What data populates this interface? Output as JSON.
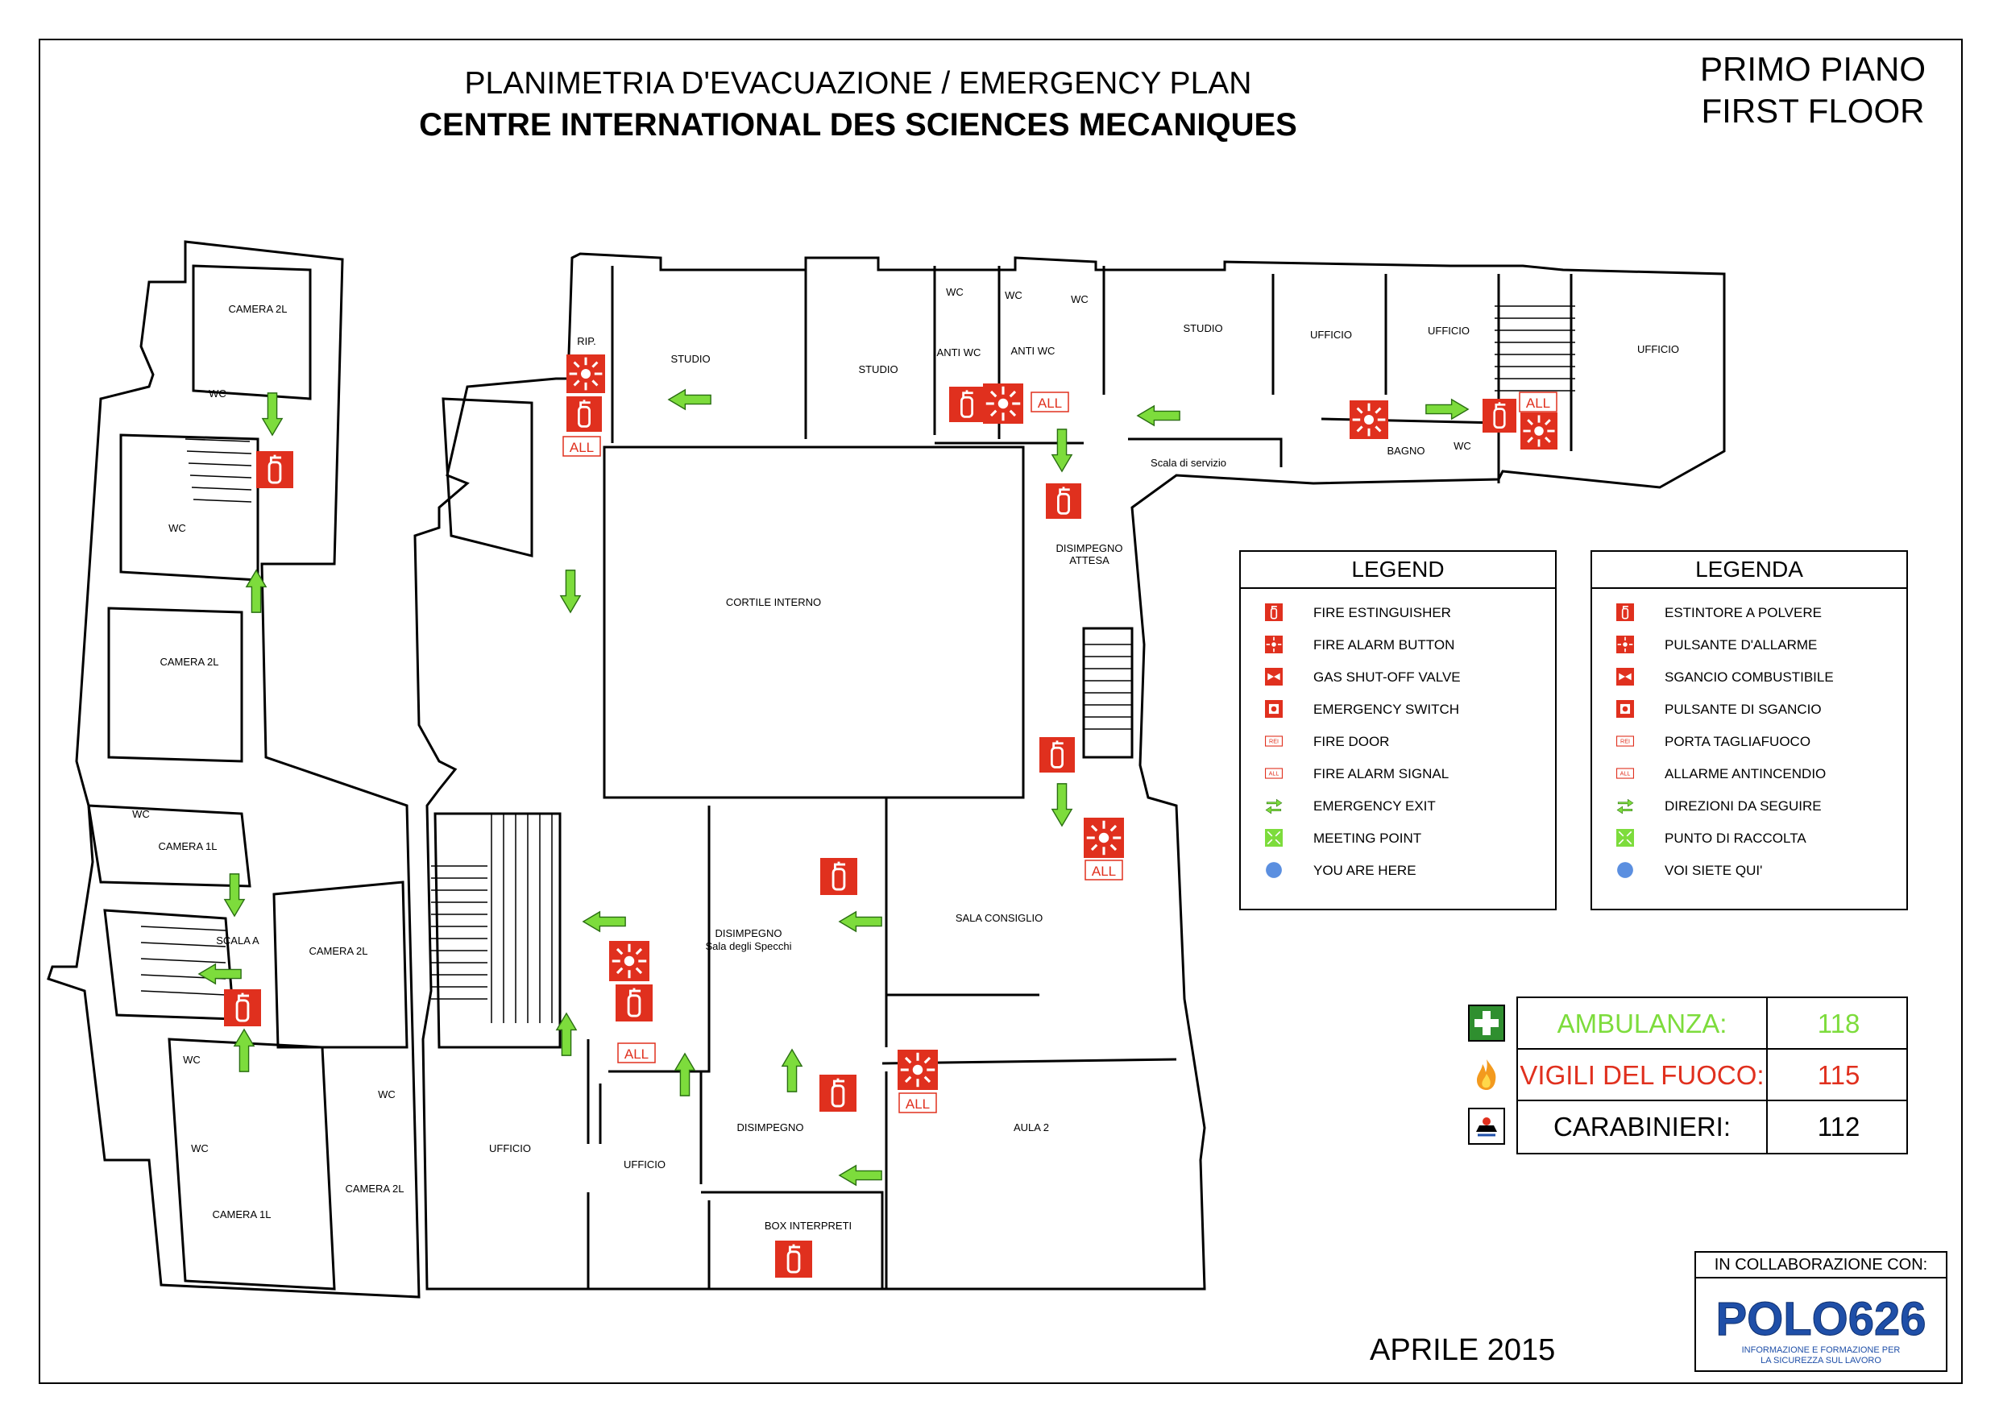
{
  "header": {
    "title": "PLANIMETRIA D'EVACUAZIONE / EMERGENCY PLAN",
    "subtitle": "CENTRE INTERNATIONAL DES SCIENCES MECANIQUES",
    "floor_it": "PRIMO PIANO",
    "floor_en": "FIRST FLOOR"
  },
  "rooms": {
    "camera2l_a": "CAMERA 2L",
    "wc_a": "WC",
    "wc_b": "WC",
    "camera2l_b": "CAMERA 2L",
    "wc_c": "WC",
    "camera1l_a": "CAMERA 1L",
    "scala_a": "SCALA A",
    "camera2l_c": "CAMERA 2L",
    "wc_d": "WC",
    "wc_e": "WC",
    "wc_f": "WC",
    "camera1l_b": "CAMERA 1L",
    "camera2l_d": "CAMERA 2L",
    "rip": "RIP.",
    "studio_a": "STUDIO",
    "studio_b": "STUDIO",
    "wc_g": "WC",
    "wc_h": "WC",
    "wc_i": "WC",
    "anti_wc_a": "ANTI WC",
    "anti_wc_b": "ANTI WC",
    "studio_c": "STUDIO",
    "ufficio_a": "UFFICIO",
    "ufficio_b": "UFFICIO",
    "ufficio_c": "UFFICIO",
    "bagno": "BAGNO",
    "wc_j": "WC",
    "scala_servizio": "Scala di servizio",
    "cortile": "CORTILE INTERNO",
    "disimpegno_attesa_1": "DISIMPEGNO",
    "disimpegno_attesa_2": "ATTESA",
    "sala_consiglio": "SALA CONSIGLIO",
    "disimpegno_specchi_1": "DISIMPEGNO",
    "disimpegno_specchi_2": "Sala degli Specchi",
    "disimpegno_b": "DISIMPEGNO",
    "aula2": "AULA 2",
    "ufficio_d": "UFFICIO",
    "ufficio_e": "UFFICIO",
    "box_interpreti": "BOX INTERPRETI"
  },
  "plan_tags": {
    "all": "ALL"
  },
  "legend_en": {
    "title": "LEGEND",
    "items": [
      "FIRE ESTINGUISHER",
      "FIRE ALARM BUTTON",
      "GAS SHUT-OFF VALVE",
      "EMERGENCY SWITCH",
      "FIRE DOOR",
      "FIRE ALARM SIGNAL",
      "EMERGENCY EXIT",
      "MEETING POINT",
      "YOU ARE HERE"
    ]
  },
  "legend_it": {
    "title": "LEGENDA",
    "items": [
      "ESTINTORE A POLVERE",
      "PULSANTE D'ALLARME",
      "SGANCIO COMBUSTIBILE",
      "PULSANTE DI SGANCIO",
      "PORTA TAGLIAFUOCO",
      "ALLARME ANTINCENDIO",
      "DIREZIONI DA SEGUIRE",
      "PUNTO DI RACCOLTA",
      "VOI SIETE QUI'"
    ]
  },
  "legend_icons": {
    "rei": "REI",
    "all": "ALL"
  },
  "emergency_numbers": [
    {
      "name": "AMBULANZA:",
      "number": "118",
      "color": "#7ddc3c"
    },
    {
      "name": "VIGILI DEL FUOCO:",
      "number": "115",
      "color": "#e0301e"
    },
    {
      "name": "CARABINIERI:",
      "number": "112",
      "color": "#000000"
    }
  ],
  "collaboration": {
    "label": "IN COLLABORAZIONE CON:",
    "logo": "POLO626",
    "tagline_1": "INFORMAZIONE E FORMAZIONE PER",
    "tagline_2": "LA SICUREZZA SUL LAVORO"
  },
  "date": "APRILE 2015",
  "colors": {
    "safety_red": "#e0301e",
    "exit_green": "#7ddc3c",
    "you_are_here_blue": "#5b8fe0",
    "logo_blue": "#1f4fa8"
  }
}
